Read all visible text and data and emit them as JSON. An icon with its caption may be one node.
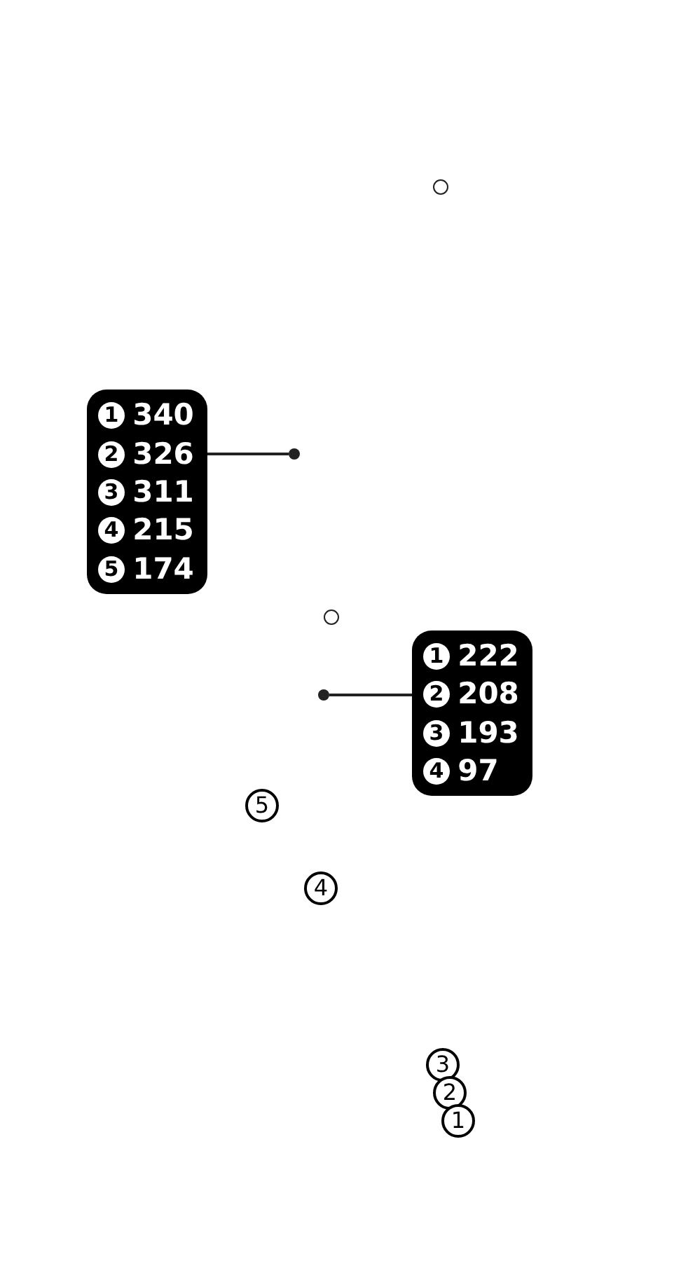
{
  "diagram": {
    "nodes": [
      {
        "text": [],
        "shape": "circle"
      },
      {
        "text": [
          "1",
          "340",
          "2",
          "326",
          "3",
          "311",
          "4",
          "215",
          "5",
          "174"
        ]
      },
      {
        "text": [],
        "shape": "dot"
      },
      {
        "text": [],
        "shape": "circle"
      },
      {
        "text": [
          "1",
          "222",
          "2",
          "208",
          "3",
          "193",
          "4",
          "97"
        ]
      },
      {
        "text": [],
        "shape": "dot"
      },
      {
        "text": [
          "5"
        ]
      },
      {
        "text": [
          "4"
        ]
      },
      {
        "text": [
          "3"
        ]
      },
      {
        "text": [
          "2"
        ]
      },
      {
        "text": [
          "1"
        ]
      }
    ],
    "edges": [
      {
        "from": 1,
        "to": 2,
        "arrow": "none"
      },
      {
        "from": 4,
        "to": 5,
        "arrow": "none"
      }
    ]
  }
}
